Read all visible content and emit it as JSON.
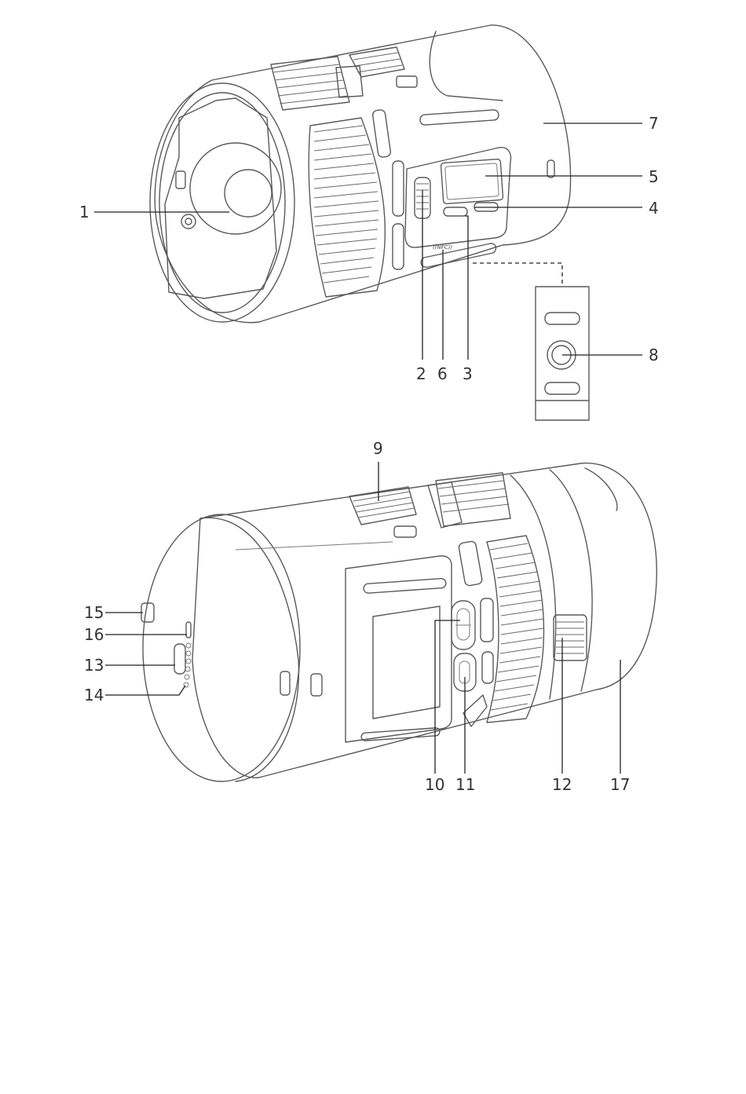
{
  "callouts": {
    "c1": "1",
    "c2": "2",
    "c3": "3",
    "c4": "4",
    "c5": "5",
    "c6": "6",
    "c7": "7",
    "c8": "8",
    "c9": "9",
    "c10": "10",
    "c11": "11",
    "c12": "12",
    "c13": "13",
    "c14": "14",
    "c15": "15",
    "c16": "16",
    "c17": "17"
  },
  "nfc_mark": "((NFC))"
}
